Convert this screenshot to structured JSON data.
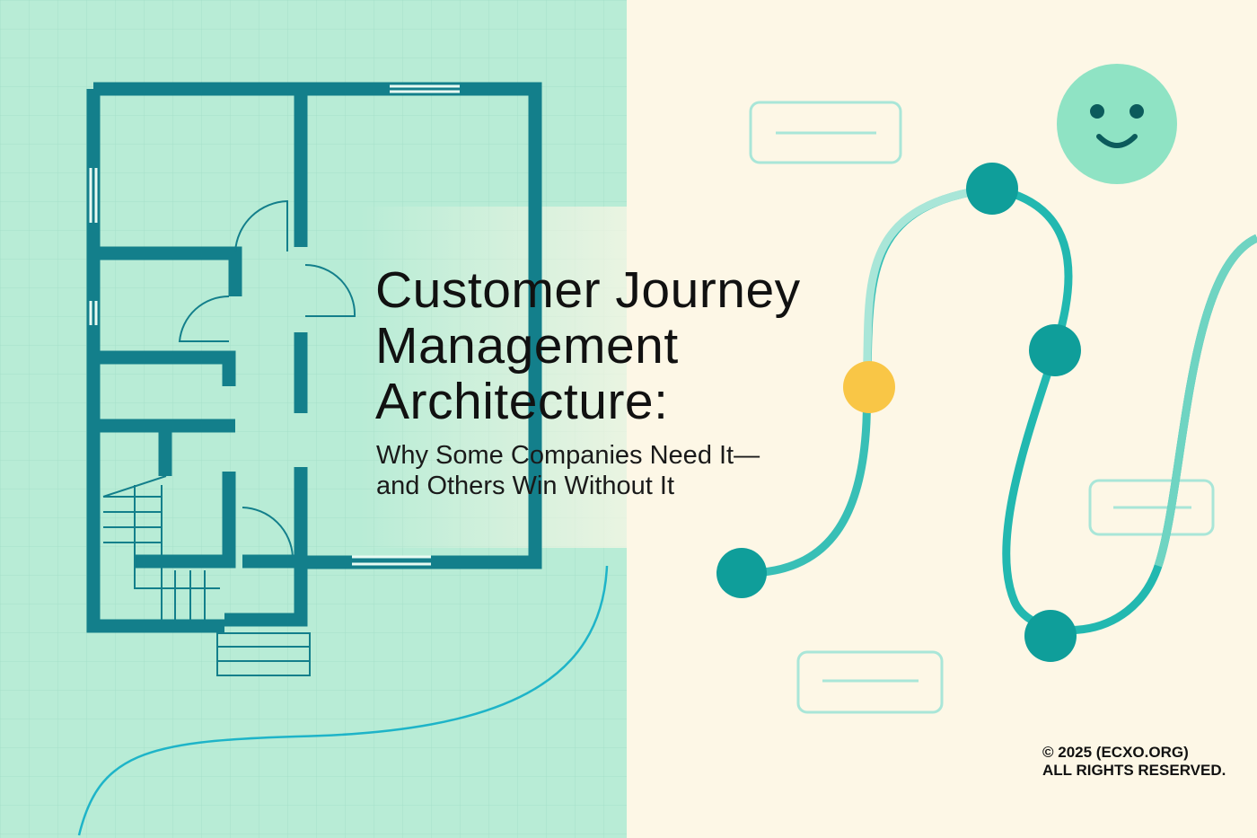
{
  "title": {
    "line1": "Customer Journey",
    "line2": "Management",
    "line3": "Architecture:"
  },
  "subtitle": {
    "line1": "Why Some Companies Need It—",
    "line2": "and Others Win Without It"
  },
  "copyright": {
    "line1": "© 2025 (ECXO.ORG)",
    "line2": "ALL RIGHTS RESERVED."
  },
  "colors": {
    "mint_bg": "#b8ecd6",
    "cream_bg": "#fdf7e6",
    "wall": "#137f8b",
    "path": "#22b8b0",
    "node": "#0f9e9a",
    "highlight_node": "#f9c646",
    "smiley": "#8fe3c4"
  }
}
